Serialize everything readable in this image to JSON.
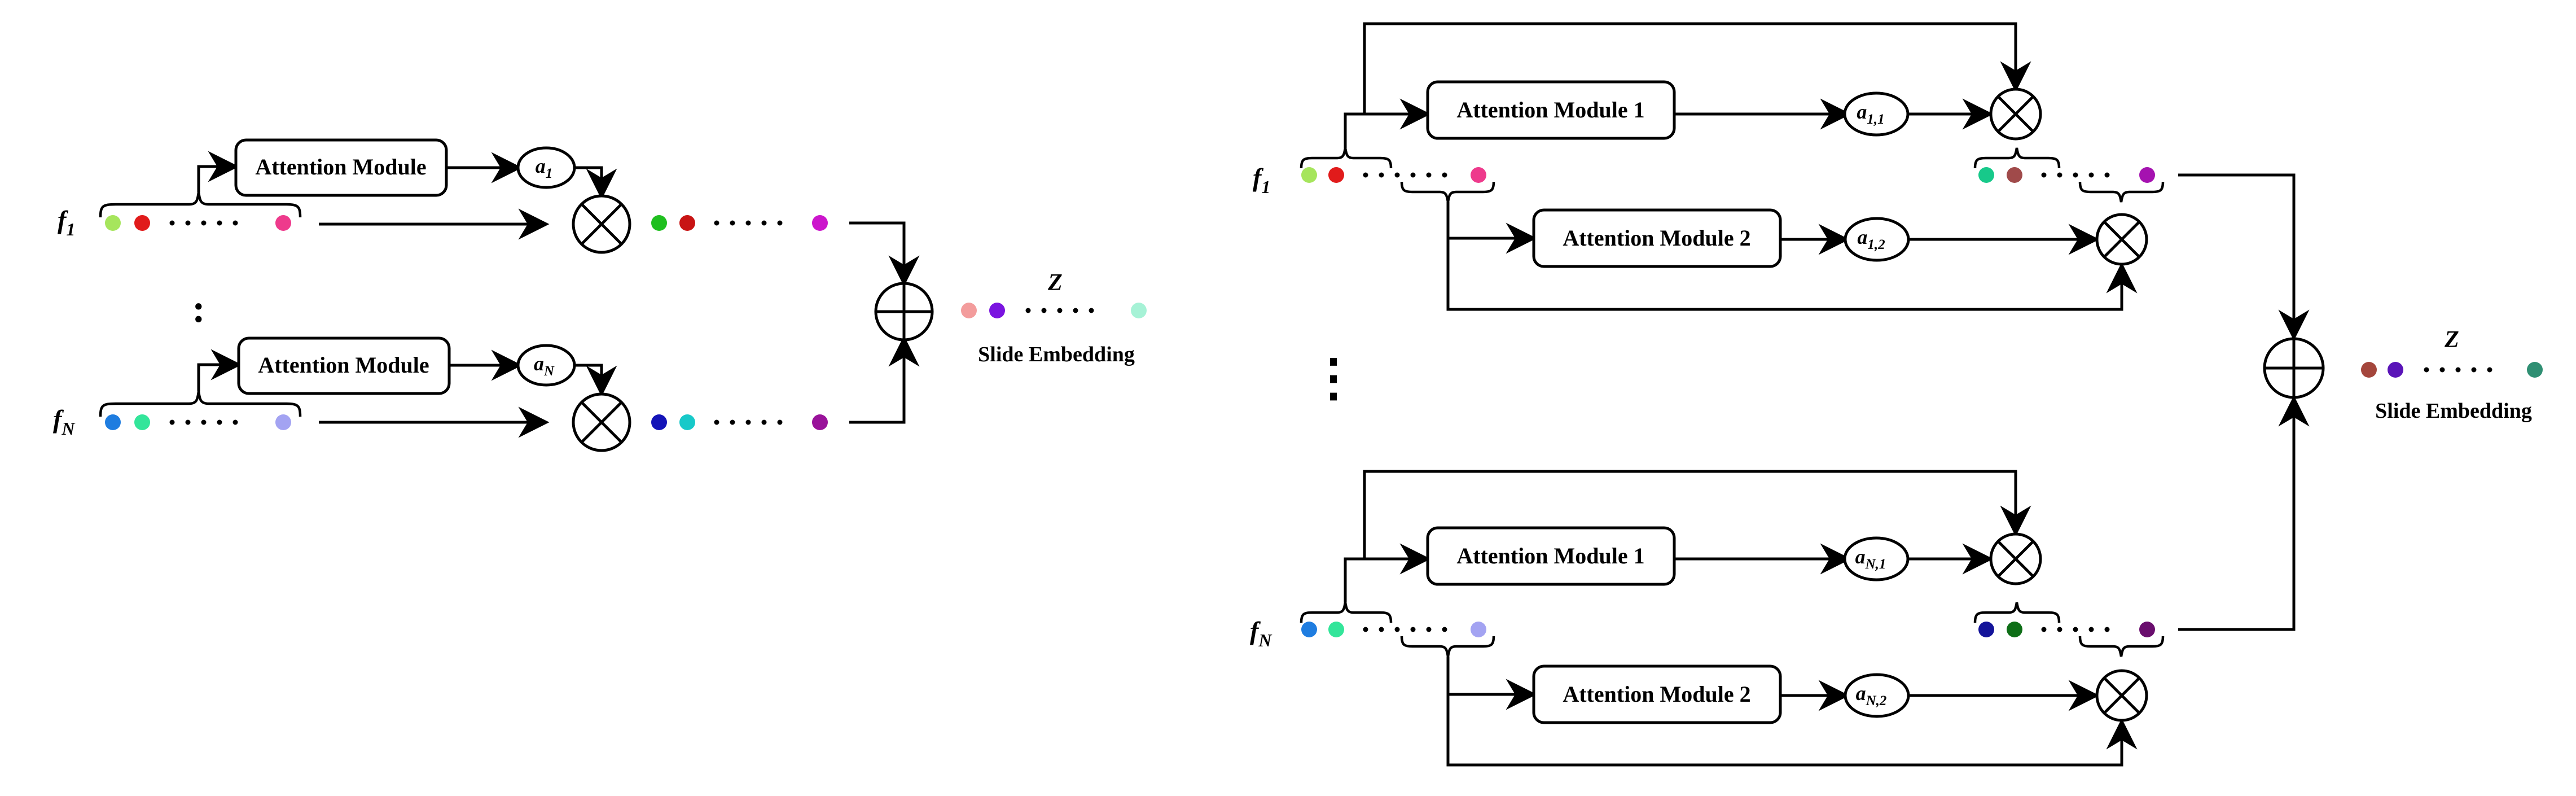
{
  "left_panel": {
    "module_label": "Attention Module",
    "attn_1": {
      "main": "a",
      "sub": "1"
    },
    "attn_n": {
      "main": "a",
      "sub": "N"
    },
    "feature_1": {
      "main": "f",
      "sub": "1"
    },
    "feature_n": {
      "main": "f",
      "sub": "N"
    },
    "output_z": "Z",
    "output_caption": "Slide Embedding",
    "vdots": ":",
    "colors": {
      "f1": [
        "#a6e55c",
        "#e11b1b",
        "#ee3a8c"
      ],
      "fN": [
        "#1f7de0",
        "#33e59a",
        "#a3a3f2"
      ],
      "out1": [
        "#1fbf1f",
        "#c81414",
        "#cc16cc"
      ],
      "outN": [
        "#1414b8",
        "#17c9c9",
        "#99129a"
      ],
      "z": [
        "#f39c9c",
        "#7a14e0",
        "#a6f2d6"
      ]
    }
  },
  "right_panel": {
    "module_1_label": "Attention Module 1",
    "module_2_label": "Attention Module 2",
    "attn_11": {
      "main": "a",
      "sub": "1,1"
    },
    "attn_12": {
      "main": "a",
      "sub": "1,2"
    },
    "attn_n1": {
      "main": "a",
      "sub": "N,1"
    },
    "attn_n2": {
      "main": "a",
      "sub": "N,2"
    },
    "feature_1": {
      "main": "f",
      "sub": "1"
    },
    "feature_n": {
      "main": "f",
      "sub": "N"
    },
    "output_z": "Z",
    "output_caption": "Slide Embedding",
    "vdots": "⋮",
    "colors": {
      "f1": [
        "#a6e55c",
        "#e11b1b",
        "#ee3a8c"
      ],
      "fN": [
        "#1f7de0",
        "#33e59a",
        "#a3a3f2"
      ],
      "out1": [
        "#17c98a",
        "#a04a4a",
        "#a512b0"
      ],
      "outN": [
        "#14149a",
        "#0e6e17",
        "#6a0e6e"
      ],
      "z": [
        "#a4463c",
        "#5a14b8",
        "#2f8f73"
      ]
    }
  }
}
